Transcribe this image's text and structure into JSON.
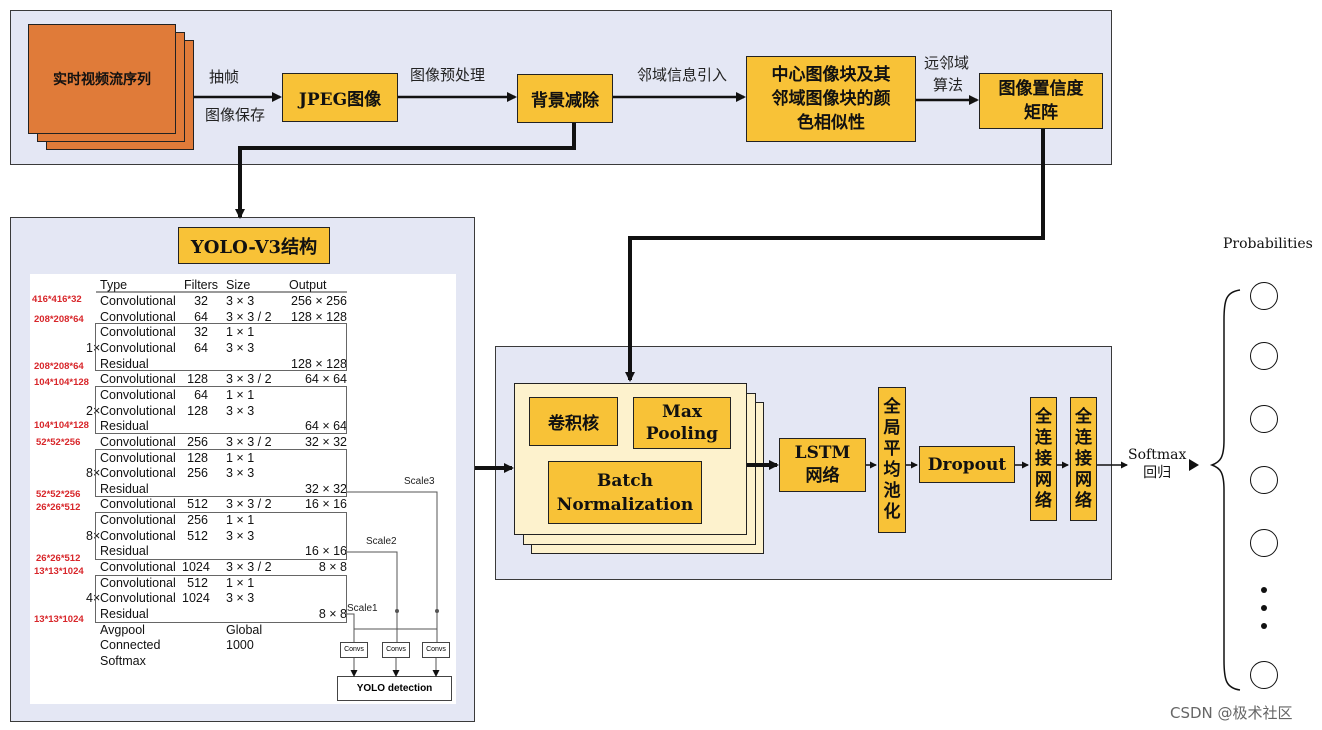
{
  "top": {
    "source": "实时视频流序列",
    "arrow1_top": "抽帧",
    "arrow1_bottom": "图像保存",
    "jpeg": "JPEG图像",
    "arrow2": "图像预处理",
    "bgsub": "背景减除",
    "arrow3": "邻域信息引入",
    "center_line1": "中心图像块及其",
    "center_line2": "邻域图像块的颜",
    "center_line3": "色相似性",
    "arrow4_line1": "远邻域",
    "arrow4_line2": "算法",
    "conf_line1": "图像置信度",
    "conf_line2": "矩阵"
  },
  "yolo": {
    "title": "YOLO-V3结构",
    "headers": [
      "Type",
      "Filters",
      "Size",
      "Output"
    ],
    "rows": [
      {
        "mult": "",
        "type": "Convolutional",
        "filters": "32",
        "size": "3 × 3",
        "output": "256 × 256"
      },
      {
        "mult": "",
        "type": "Convolutional",
        "filters": "64",
        "size": "3 × 3 / 2",
        "output": "128 × 128"
      },
      {
        "mult": "",
        "type": "Convolutional",
        "filters": "32",
        "size": "1 × 1",
        "output": ""
      },
      {
        "mult": "1×",
        "type": "Convolutional",
        "filters": "64",
        "size": "3 × 3",
        "output": ""
      },
      {
        "mult": "",
        "type": "Residual",
        "filters": "",
        "size": "",
        "output": "128 × 128"
      },
      {
        "mult": "",
        "type": "Convolutional",
        "filters": "128",
        "size": "3 × 3 / 2",
        "output": "64 × 64"
      },
      {
        "mult": "",
        "type": "Convolutional",
        "filters": "64",
        "size": "1 × 1",
        "output": ""
      },
      {
        "mult": "2×",
        "type": "Convolutional",
        "filters": "128",
        "size": "3 × 3",
        "output": ""
      },
      {
        "mult": "",
        "type": "Residual",
        "filters": "",
        "size": "",
        "output": "64 × 64"
      },
      {
        "mult": "",
        "type": "Convolutional",
        "filters": "256",
        "size": "3 × 3 / 2",
        "output": "32 × 32"
      },
      {
        "mult": "",
        "type": "Convolutional",
        "filters": "128",
        "size": "1 × 1",
        "output": ""
      },
      {
        "mult": "8×",
        "type": "Convolutional",
        "filters": "256",
        "size": "3 × 3",
        "output": ""
      },
      {
        "mult": "",
        "type": "Residual",
        "filters": "",
        "size": "",
        "output": "32 × 32"
      },
      {
        "mult": "",
        "type": "Convolutional",
        "filters": "512",
        "size": "3 × 3 / 2",
        "output": "16 × 16"
      },
      {
        "mult": "",
        "type": "Convolutional",
        "filters": "256",
        "size": "1 × 1",
        "output": ""
      },
      {
        "mult": "8×",
        "type": "Convolutional",
        "filters": "512",
        "size": "3 × 3",
        "output": ""
      },
      {
        "mult": "",
        "type": "Residual",
        "filters": "",
        "size": "",
        "output": "16 × 16"
      },
      {
        "mult": "",
        "type": "Convolutional",
        "filters": "1024",
        "size": "3 × 3 / 2",
        "output": "8 × 8"
      },
      {
        "mult": "",
        "type": "Convolutional",
        "filters": "512",
        "size": "1 × 1",
        "output": ""
      },
      {
        "mult": "4×",
        "type": "Convolutional",
        "filters": "1024",
        "size": "3 × 3",
        "output": ""
      },
      {
        "mult": "",
        "type": "Residual",
        "filters": "",
        "size": "",
        "output": "8 × 8"
      },
      {
        "mult": "",
        "type": "Avgpool",
        "filters": "",
        "size": "Global",
        "output": ""
      },
      {
        "mult": "",
        "type": "Connected",
        "filters": "",
        "size": "1000",
        "output": ""
      },
      {
        "mult": "",
        "type": "Softmax",
        "filters": "",
        "size": "",
        "output": ""
      }
    ],
    "red_labels": [
      "416*416*32",
      "208*208*64",
      "208*208*64",
      "104*104*128",
      "104*104*128",
      "52*52*256",
      "52*52*256",
      "26*26*512",
      "26*26*512",
      "13*13*1024",
      "13*13*1024"
    ],
    "scale1": "Scale1",
    "scale2": "Scale2",
    "scale3": "Scale3",
    "convs": "Convs",
    "detection": "YOLO detection"
  },
  "lstm_panel": {
    "conv_kernel": "卷积核",
    "max_pooling_line1": "Max",
    "max_pooling_line2": "Pooling",
    "batch_line1": "Batch",
    "batch_line2": "Normalization",
    "lstm_line1": "LSTM",
    "lstm_line2": "网络",
    "gap": [
      "全",
      "局",
      "平",
      "均",
      "池",
      "化"
    ],
    "dropout": "Dropout",
    "fc1": [
      "全",
      "连",
      "接",
      "网",
      "络"
    ],
    "fc2": [
      "全",
      "连",
      "接",
      "网",
      "络"
    ],
    "softmax_line1": "Softmax",
    "softmax_line2": "回归"
  },
  "output": {
    "title": "Probabilities"
  },
  "watermark": "CSDN @极术社区"
}
